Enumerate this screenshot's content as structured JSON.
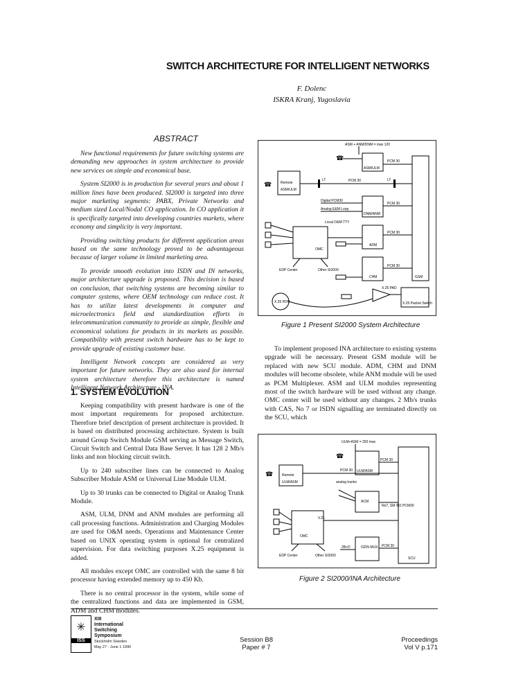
{
  "header": {
    "title": "SWITCH ARCHITECTURE FOR INTELLIGENT NETWORKS",
    "author": "F. Dolenc",
    "affiliation": "ISKRA Kranj, Yugoslavia"
  },
  "abstract": {
    "heading": "ABSTRACT",
    "paragraphs": [
      "New functional requirements for future switching systems are demanding new approaches in system architecture to provide new services on simple and economical base.",
      "System SI2000 is in production for several years and about 1 million lines have been produced. SI2000 is targeted into three major marketing segments: PABX, Private Networks and medium sized Local/Nodal CO application. In CO application it is specifically targeted into developing countries markets, where economy and simplicity is very important.",
      "Providing switching products for different application areas based on the same technology proved to be advantageous because of larger volume in limited marketing area.",
      "To provide smooth evolution into ISDN and IN networks, major architecture upgrade is proposed. This decision is based on conclusion, that switching systems are becoming similar to computer systems, where OEM technology can reduce cost. It has to utilize latest developments in computer and microelectronics field and standardization efforts in telecommunication community to provide as simple, flexible and economical solutions for products in its markets as possible. Compatibility with present switch hardware has to be kept to provide upgrade of existing customer base.",
      "Intelligent Network concepts are considered as very important for future networks. They are also used for internal system architecture therefore this architecture is named Intelligent Network Architecture - INA."
    ]
  },
  "section1": {
    "heading": "1. SYSTEM EVOLUTION",
    "paragraphs": [
      "Keeping compatibility with present hardware is one of the most important requirements for proposed architecture. Therefore brief description of present architecture is provided. It is based on distributed processing architecture. System is built around Group Switch Module GSM serving as Message Switch, Circuit Switch and Central Data Base Server. It has 128 2 Mb/s links and non blocking circuit switch.",
      "Up to 240 subscriber lines can be connected to Analog Subscriber Module ASM or Universal Line Module ULM.",
      "Up to 30 trunks can be connected to Digital or Analog Trunk Module.",
      "ASM, ULM, DNM and ANM modules are performing all call processing functions. Administration and Charging Modules are used for O&M needs. Operations and Maintenance Center based on UNIX operating system is optional for centralized supervision. For data switching purposes X.25 equipment is added.",
      "All modules except OMC are controlled with the same 8 bit processor having extended memory up to 450 Kb.",
      "There is no central processor in the system, while some of the centralized functions and data are implemented in GSM, ADM and CHM modules."
    ]
  },
  "right_text": "To implement proposed INA architecture to existing systems upgrade will be necessary. Present GSM module will be replaced with new SCU module. ADM, CHM and DNM modules will become obsolete, while ANM module will be used as PCM Multiplexer. ASM and ULM modules representing most of the switch hardware will be used without any change. OMC center will be used without any changes. 2 Mb/s trunks with CAS, No 7 or ISDN signalling are terminated directly on the SCU, which",
  "figure1": {
    "caption": "Figure 1  Present SI2000 System Architecture",
    "labels": {
      "top": "ASM + ANM/DNM = max 120",
      "asm_anm_dnm": "ASM/ULM",
      "remote": "Remote",
      "remote_box": "ASM/ULM",
      "lt1": "LT",
      "pcm_mid": "PCM 30",
      "lt2": "LT",
      "digital": "Digital PCM30",
      "analog": "Analog E&M Loop",
      "dnm": "DNM/ANM",
      "local": "Local O&M TTY",
      "adm": "ADM",
      "omc": "OMC",
      "edp": "EDP Center",
      "other": "Other SI2000",
      "chm": "CHM",
      "gsm": "GSM",
      "x25pad": "X.25 PAD",
      "x25pdn": "X.25 PDN",
      "packet": "X.25 Packet Switch",
      "pcm30": "PCM 30"
    }
  },
  "figure2": {
    "caption": "Figure 2  SI2000/INA Architecture",
    "labels": {
      "top": "ULM+ASM = 250 max",
      "ulm_asm": "ULM/ASM",
      "remote": "Remote",
      "remote_box": "ULM/ASM",
      "pcm30": "PCM 30",
      "analog": "analog trunks",
      "acm": "ACM",
      "no7": "No7, SM /R2 PCM30",
      "v21": "V.21",
      "omc": "OMC",
      "edp": "EDP Center",
      "other": "Other SI2000",
      "b2d": "2B+D",
      "isdn": "ISDN MUX",
      "scu": "SCU"
    }
  },
  "footer": {
    "logo_lines": [
      "XIII",
      "International",
      "Switching",
      "Symposium",
      "Stockholm Sweden",
      "May 27 - June 1 1990"
    ],
    "logo_mark": "ISS",
    "session": "Session B8",
    "paper": "Paper # 7",
    "proceedings": "Proceedings",
    "volume": "Vol V   p.171"
  }
}
